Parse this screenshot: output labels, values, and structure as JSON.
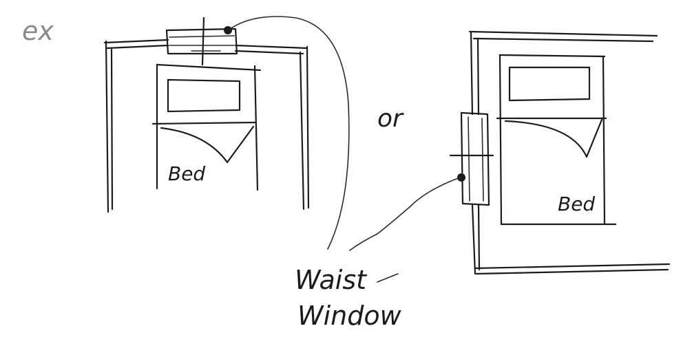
{
  "labels": {
    "example": "ex",
    "or": "or",
    "bed_left": "Bed",
    "bed_right": "Bed",
    "callout_line1": "Waist",
    "callout_line2": "Window"
  },
  "colors": {
    "ink": "#1b1b1b",
    "pencil": "#8a8a8a",
    "paper": "#ffffff"
  }
}
